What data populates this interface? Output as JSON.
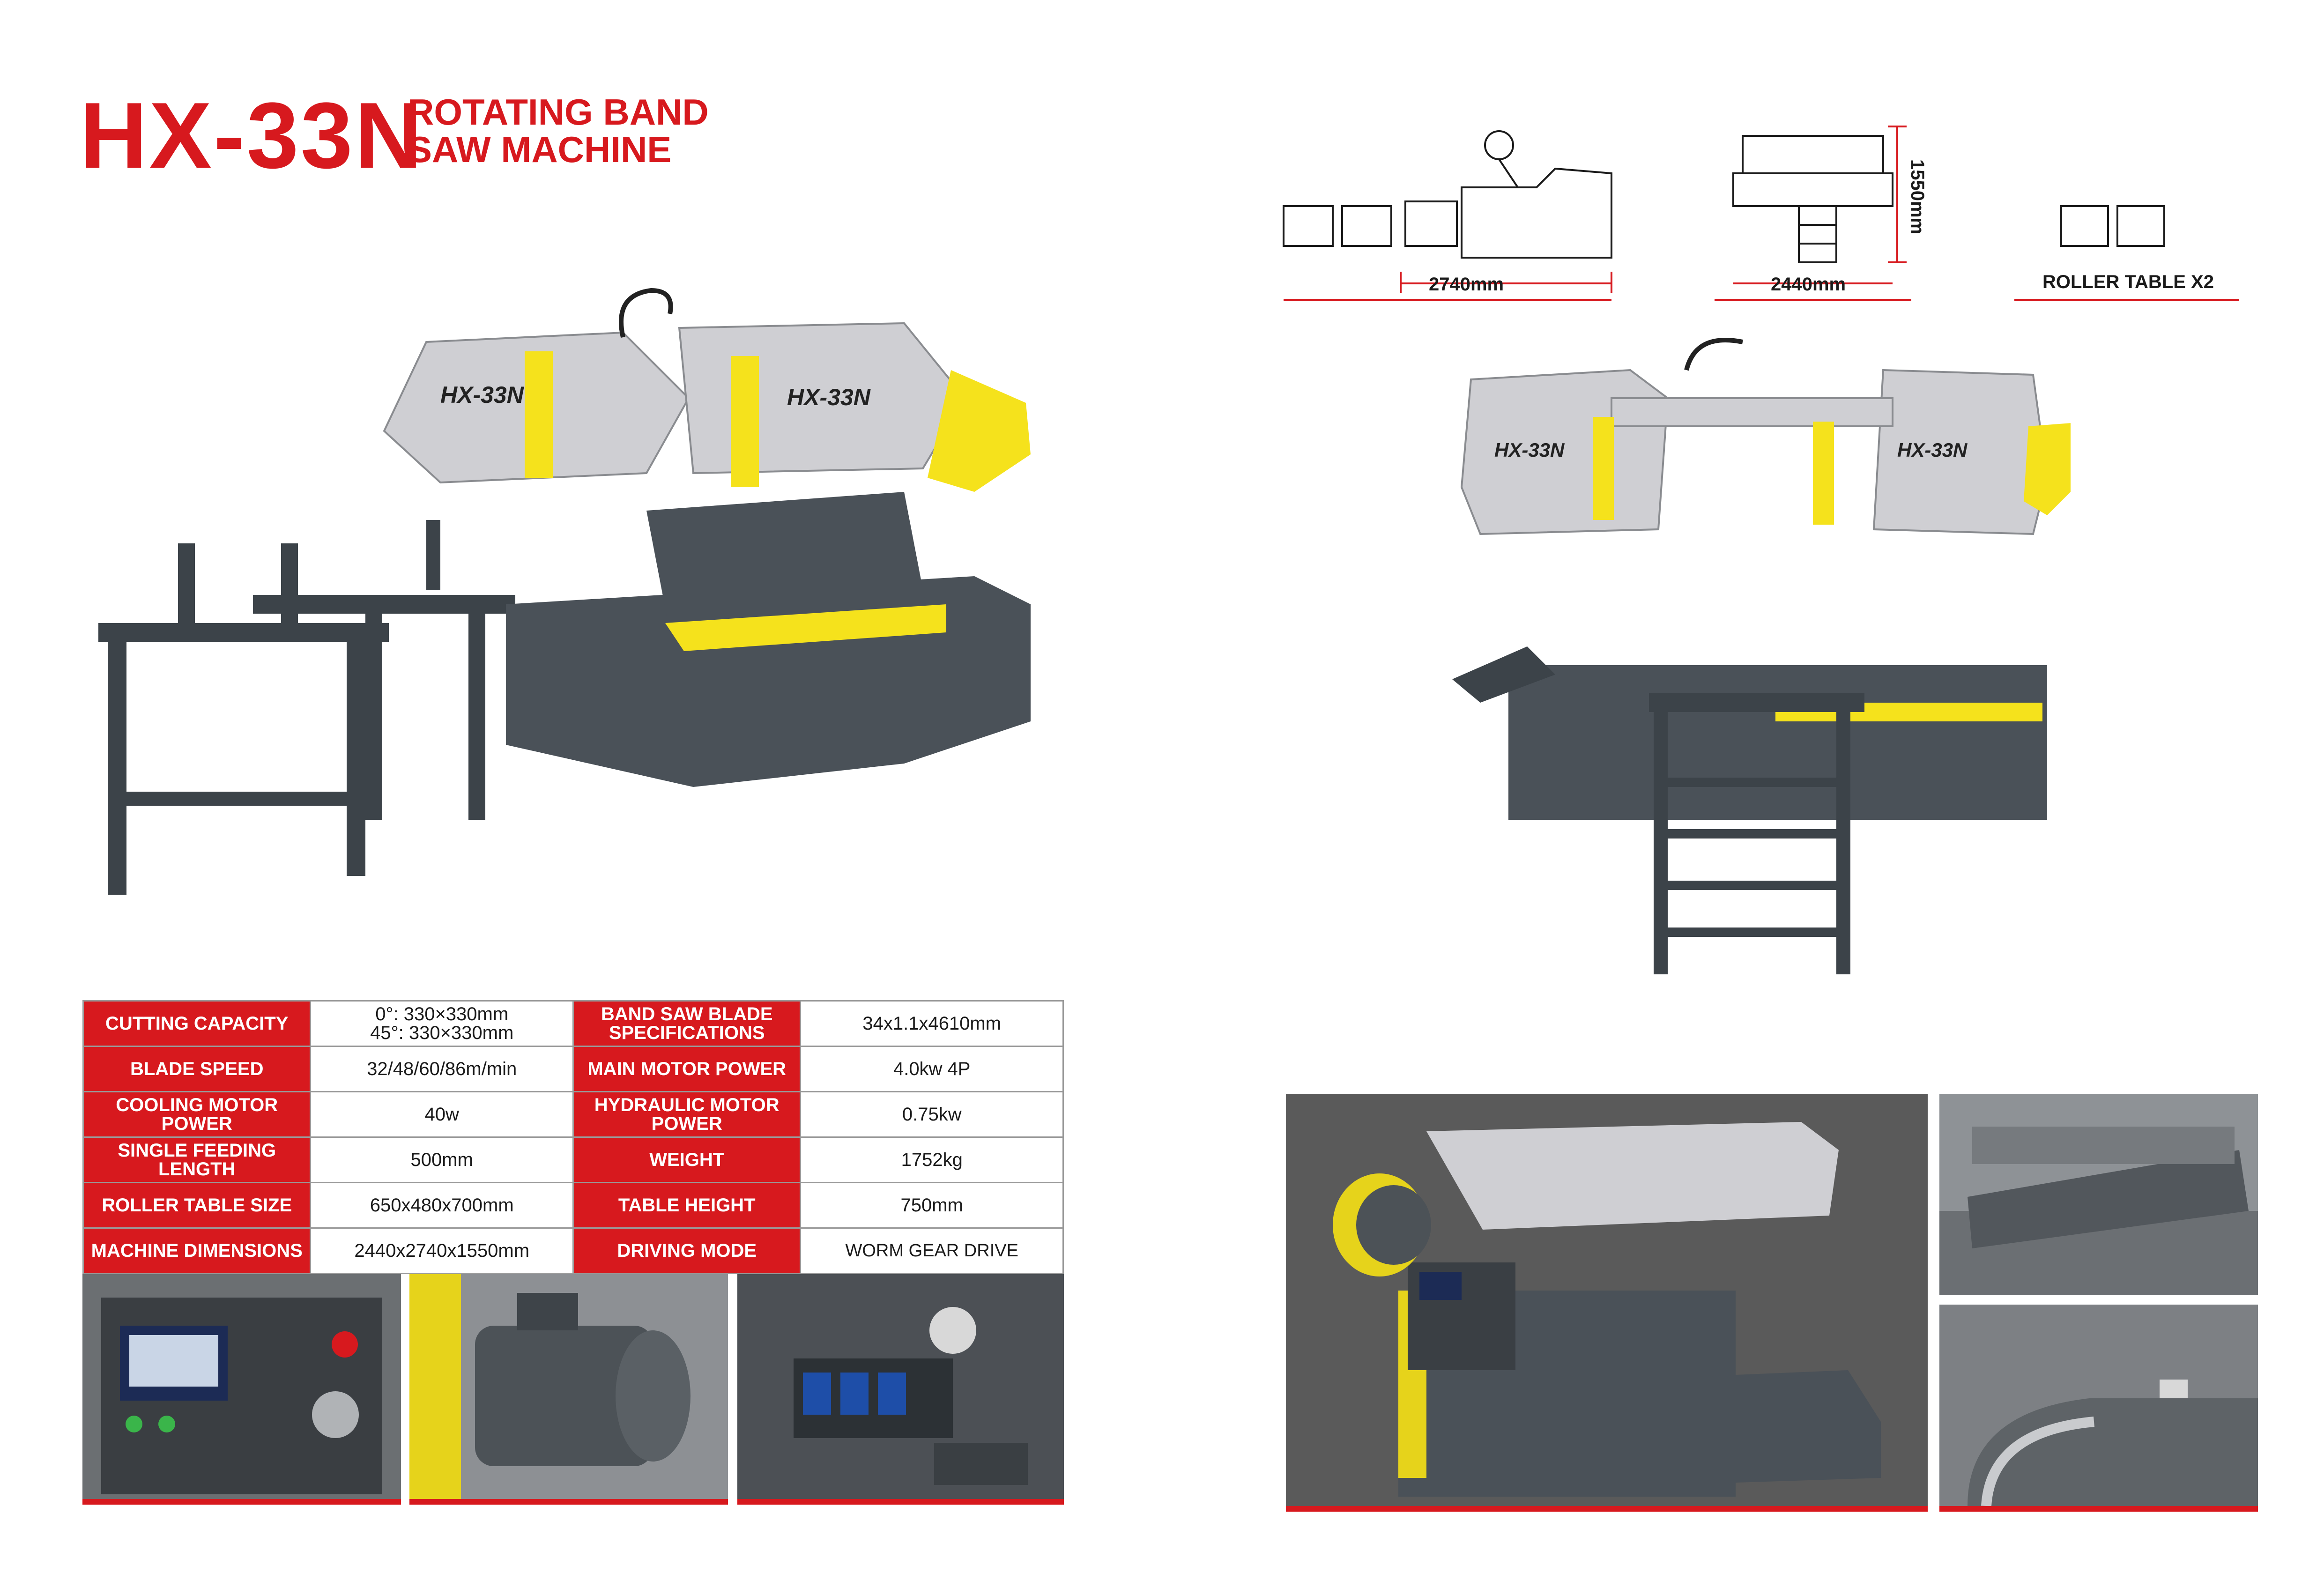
{
  "header": {
    "model": "HX-33N",
    "title_line1": "ROTATING BAND",
    "title_line2": "SAW MACHINE"
  },
  "machine_label": "HX-33N",
  "dimensions": {
    "side_length": "2740mm",
    "front_width": "2440mm",
    "height": "1550mm",
    "roller_table": "ROLLER TABLE X2"
  },
  "specs": [
    {
      "label1": "CUTTING CAPACITY",
      "value1_line1": "0°:  330×330mm",
      "value1_line2": "45°:  330×330mm",
      "label2": "BAND SAW BLADE SPECIFICATIONS",
      "value2": "34x1.1x4610mm"
    },
    {
      "label1": "BLADE SPEED",
      "value1": "32/48/60/86m/min",
      "label2": "MAIN MOTOR POWER",
      "value2": "4.0kw 4P"
    },
    {
      "label1": "COOLING MOTOR POWER",
      "value1": "40w",
      "label2": "HYDRAULIC MOTOR POWER",
      "value2": "0.75kw"
    },
    {
      "label1": "SINGLE FEEDING LENGTH",
      "value1": "500mm",
      "label2": "WEIGHT",
      "value2": "1752kg"
    },
    {
      "label1": "ROLLER TABLE SIZE",
      "value1": "650x480x700mm",
      "label2": "TABLE HEIGHT",
      "value2": "750mm"
    },
    {
      "label1": "MACHINE DIMENSIONS",
      "value1": "2440x2740x1550mm",
      "label2": "DRIVING MODE",
      "value2": "WORM GEAR DRIVE"
    }
  ],
  "colors": {
    "accent": "#d7191e",
    "machine_yellow": "#f5e21c",
    "machine_gray": "#4a5158"
  }
}
